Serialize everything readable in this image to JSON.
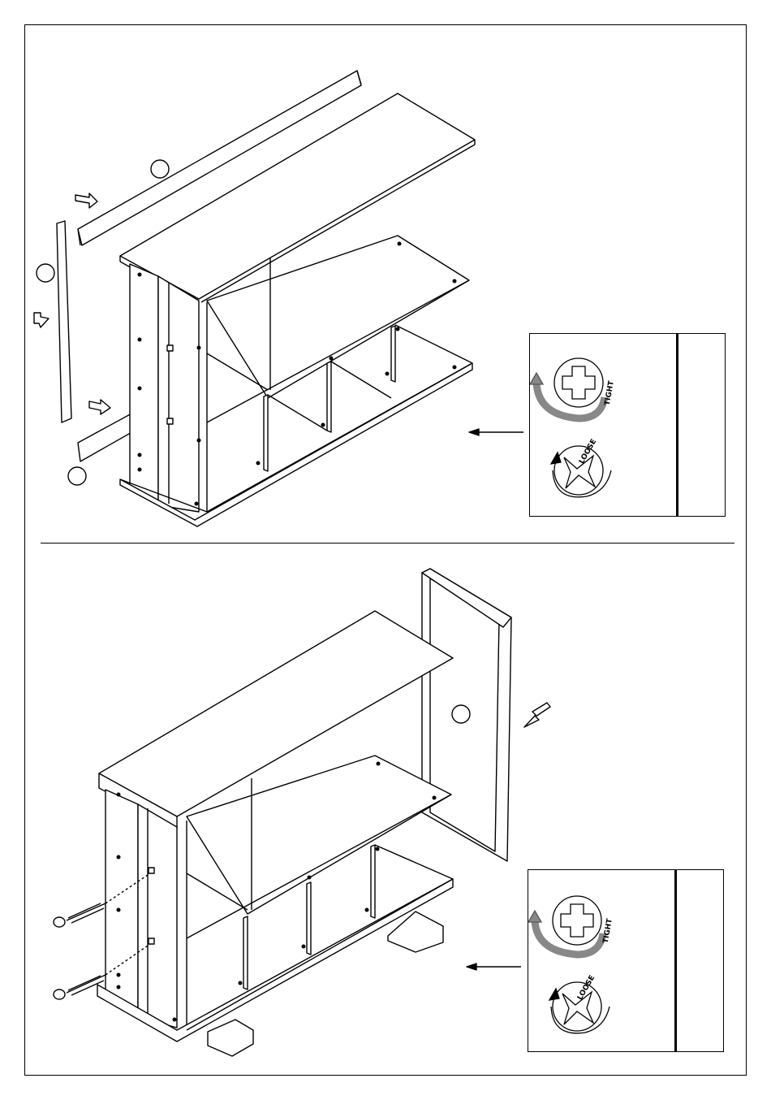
{
  "page": {
    "title": "",
    "steps": [
      {
        "id": "step-1",
        "screw_labels": [
          "TIGHT",
          "LOOSE"
        ]
      },
      {
        "id": "step-2",
        "screw_labels": [
          "TIGHT",
          "LOOSE"
        ]
      }
    ]
  },
  "colors": {
    "line": "#000000",
    "arrow_fill": "#bfbfbf",
    "background": "#ffffff"
  },
  "icons": [
    "tighten-rotate-icon",
    "loosen-rotate-icon",
    "direction-arrow-icon",
    "part-callout-circle",
    "wood-screw-icon"
  ]
}
